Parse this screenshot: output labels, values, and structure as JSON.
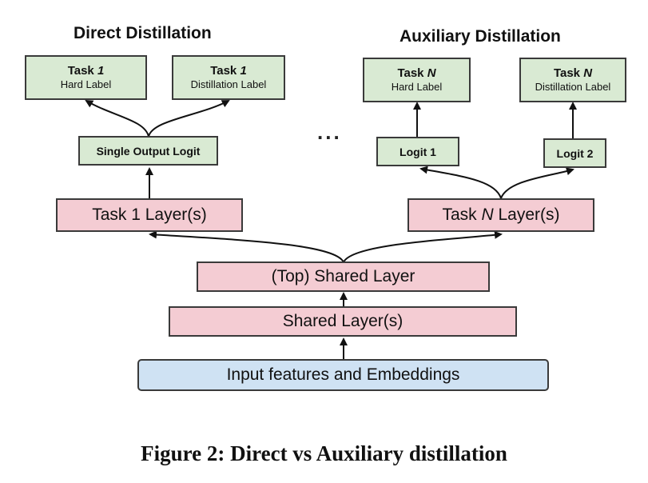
{
  "headings": {
    "direct": "Direct Distillation",
    "auxiliary": "Auxiliary Distillation"
  },
  "direct": {
    "hard_label": {
      "title_prefix": "Task ",
      "title_var": "1",
      "sub": "Hard Label"
    },
    "distill_label": {
      "title_prefix": "Task ",
      "title_var": "1",
      "sub": "Distillation Label"
    },
    "logit": "Single Output Logit",
    "task_layer": {
      "prefix": "Task 1 Layer(s)",
      "var": "",
      "suffix": ""
    }
  },
  "auxiliary": {
    "hard_label": {
      "title_prefix": "Task ",
      "title_var": "N",
      "sub": "Hard Label"
    },
    "distill_label": {
      "title_prefix": "Task ",
      "title_var": "N",
      "sub": "Distillation Label"
    },
    "logit1": "Logit 1",
    "logit2": "Logit 2",
    "task_layer": {
      "prefix": "Task ",
      "var": "N",
      "suffix": " Layer(s)"
    }
  },
  "ellipsis": "...",
  "top_shared": "(Top) Shared Layer",
  "shared": "Shared Layer(s)",
  "input": "Input features and Embeddings",
  "caption": "Figure 2: Direct vs Auxiliary distillation",
  "colors": {
    "green": "#d9ead3",
    "pink": "#f4ccd3",
    "blue": "#cfe2f3",
    "stroke": "#3a3a3a"
  }
}
